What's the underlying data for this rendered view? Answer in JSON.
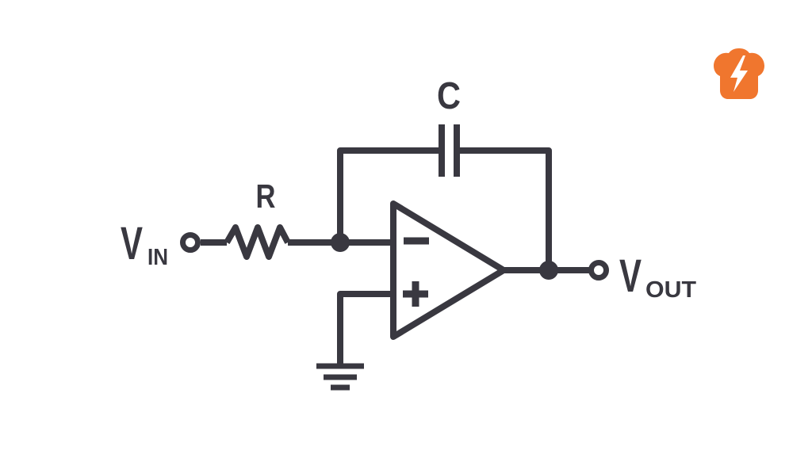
{
  "page": {
    "background_color": "#ffffff"
  },
  "brand": {
    "logo_icon": "toast-with-lightning-bolt",
    "toast_color": "#F0762E",
    "bolt_color": "#ffffff"
  },
  "diagram": {
    "kind": "op-amp integrator schematic",
    "stroke_color": "#393840",
    "labels": {
      "vin_main": "V",
      "vin_sub": "IN",
      "resistor": "R",
      "capacitor": "C",
      "vout_main": "V",
      "vout_sub": "OUT",
      "opamp_inverting_sign": "−",
      "opamp_noninverting_sign": "+"
    }
  }
}
